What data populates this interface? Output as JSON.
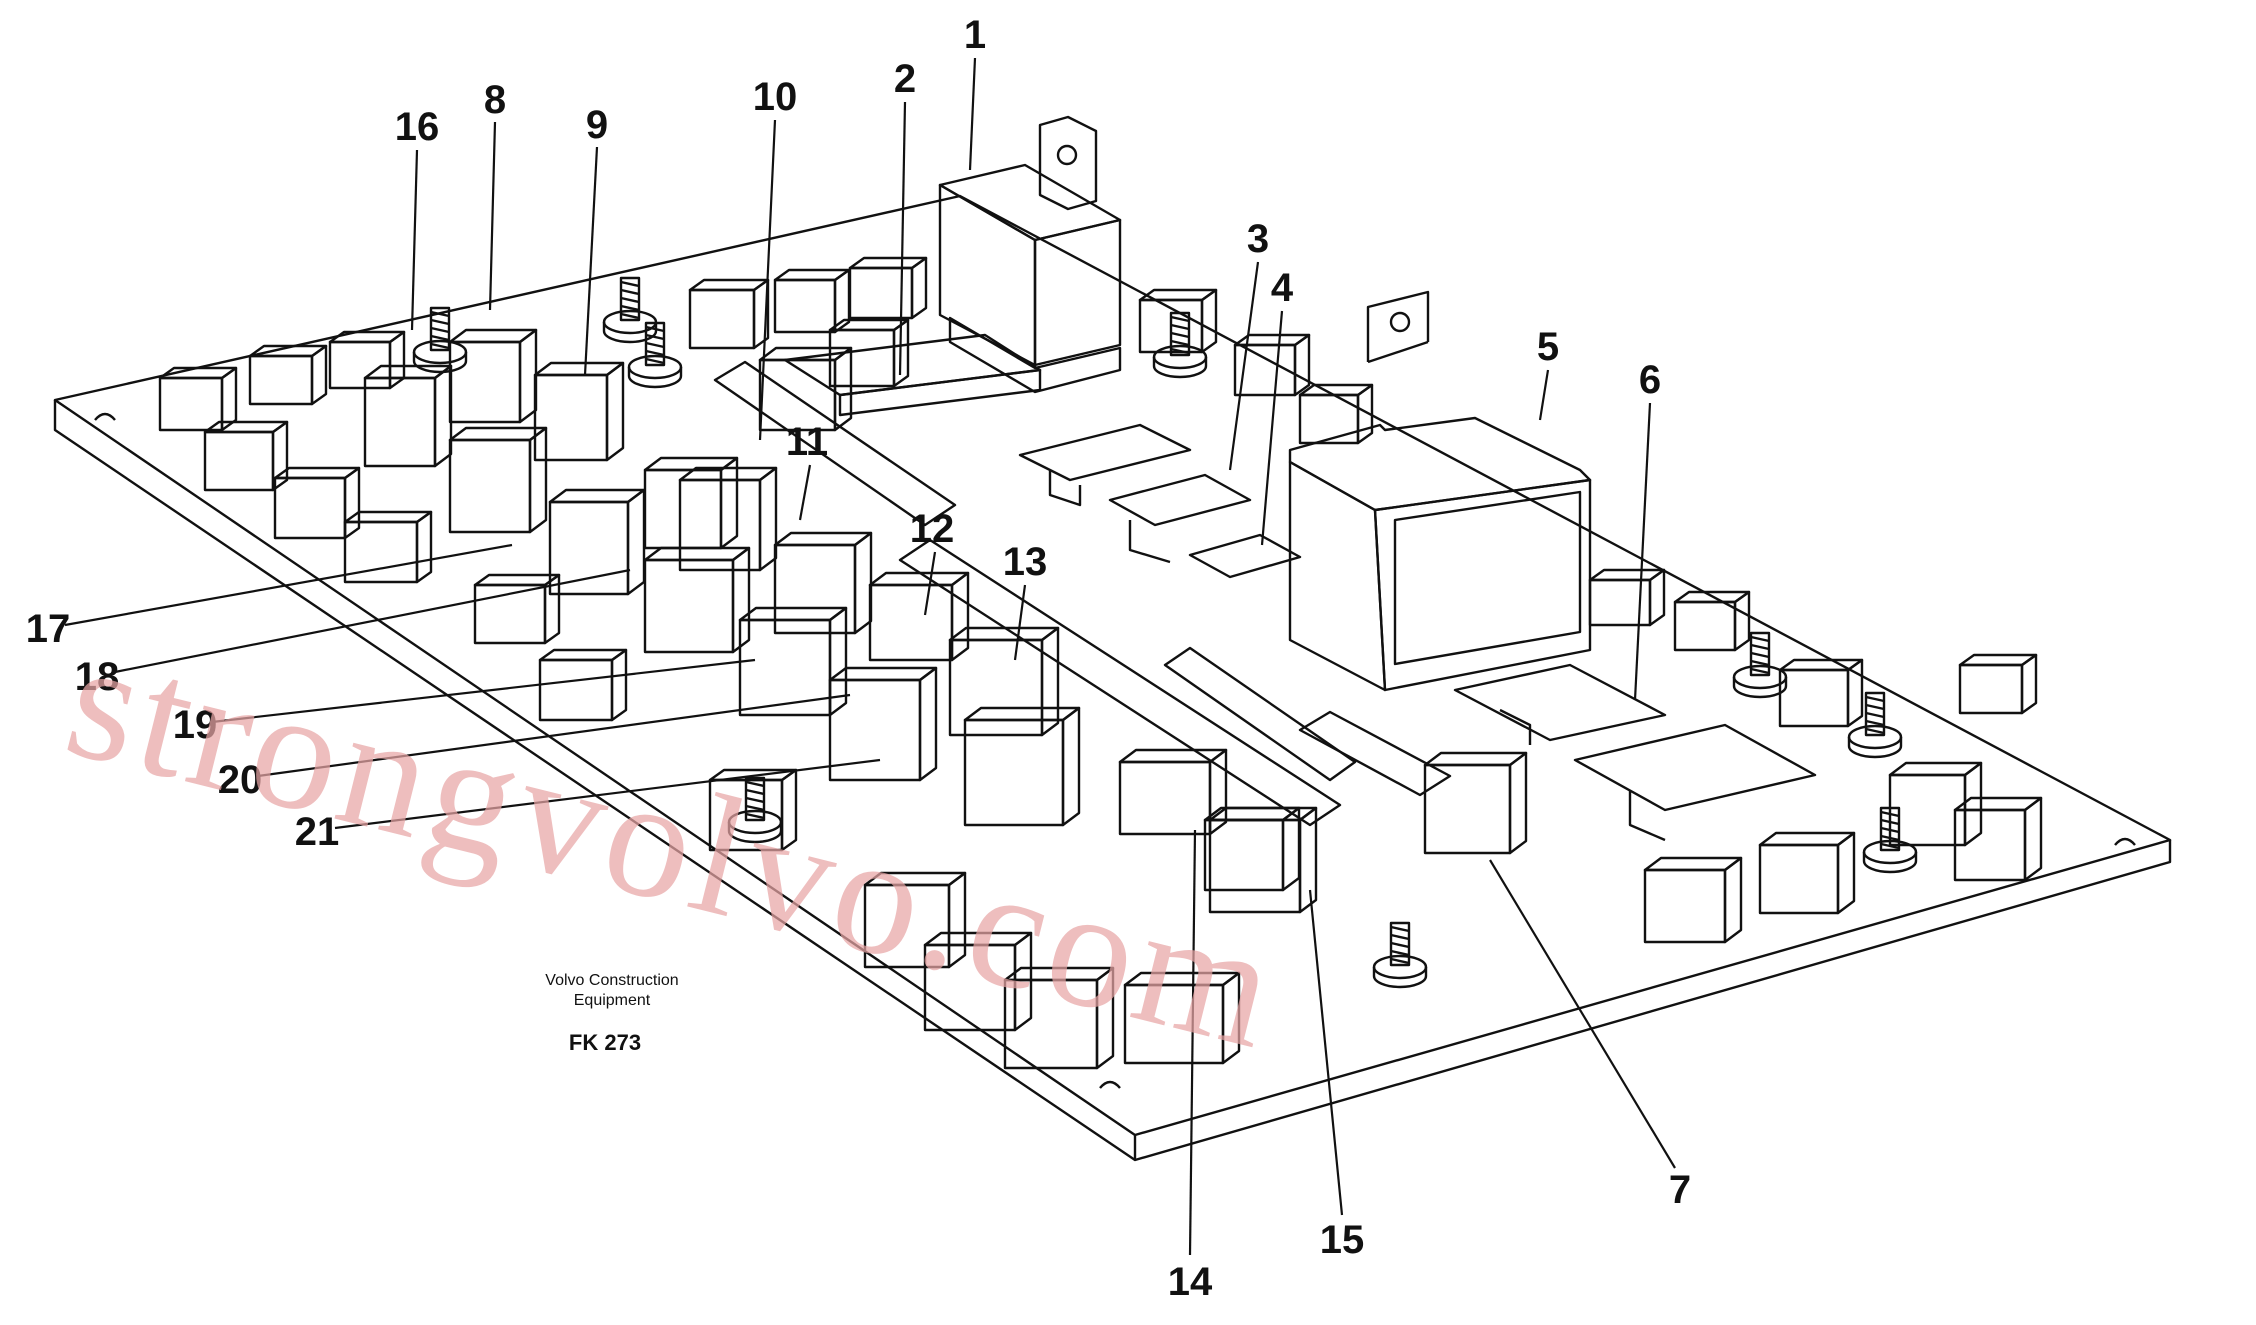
{
  "diagram": {
    "callouts": [
      "1",
      "2",
      "3",
      "4",
      "5",
      "6",
      "7",
      "8",
      "9",
      "10",
      "11",
      "12",
      "13",
      "14",
      "15",
      "16",
      "17",
      "18",
      "19",
      "20",
      "21"
    ],
    "caption_line1": "Volvo Construction",
    "caption_line2": "Equipment",
    "figure_code": "FK 273",
    "watermark": "strongvolvo.com",
    "colors": {
      "line": "#111111",
      "watermark": "#e8a5a5",
      "background": "#ffffff"
    }
  }
}
